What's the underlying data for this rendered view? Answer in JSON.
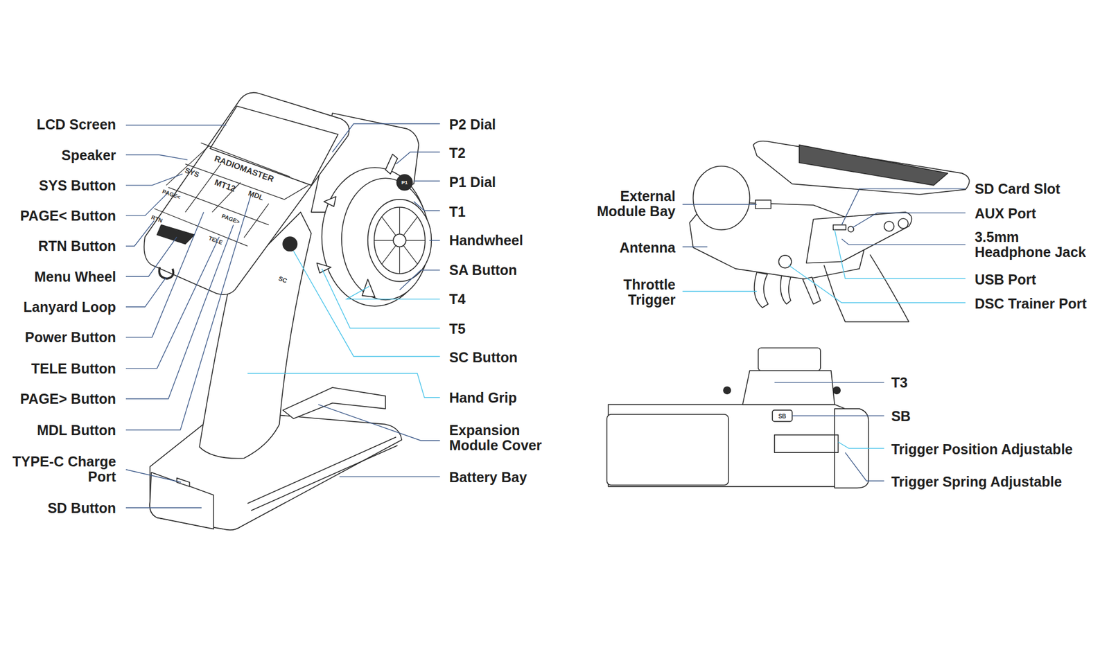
{
  "diagram": {
    "labels": [
      "LCD Screen",
      "Speaker",
      "SYS Button",
      "PAGE< Button",
      "RTN Button",
      "Menu Wheel",
      "Lanyard Loop",
      "Power Button",
      "TELE Button",
      "PAGE> Button",
      "MDL Button",
      "TYPE-C Charge Port",
      "SD Button",
      "P2 Dial",
      "T2",
      "P1 Dial",
      "T1",
      "Handwheel",
      "SA Button",
      "T4",
      "T5",
      "SC Button",
      "Hand Grip",
      "Expansion Module Cover",
      "Battery Bay",
      "External Module Bay",
      "Antenna",
      "Throttle Trigger",
      "SD Card Slot",
      "AUX Port",
      "3.5mm Headphone Jack",
      "USB Port",
      "DSC Trainer Port",
      "T3",
      "SB",
      "Trigger Position Adjustable",
      "Trigger Spring Adjustable",
      "RADIOMASTER",
      "SYS",
      "MT12",
      "MDL",
      "PAGE<",
      "RTN",
      "PAGE>",
      "TELE",
      "SC",
      "P1",
      "SB"
    ]
  }
}
